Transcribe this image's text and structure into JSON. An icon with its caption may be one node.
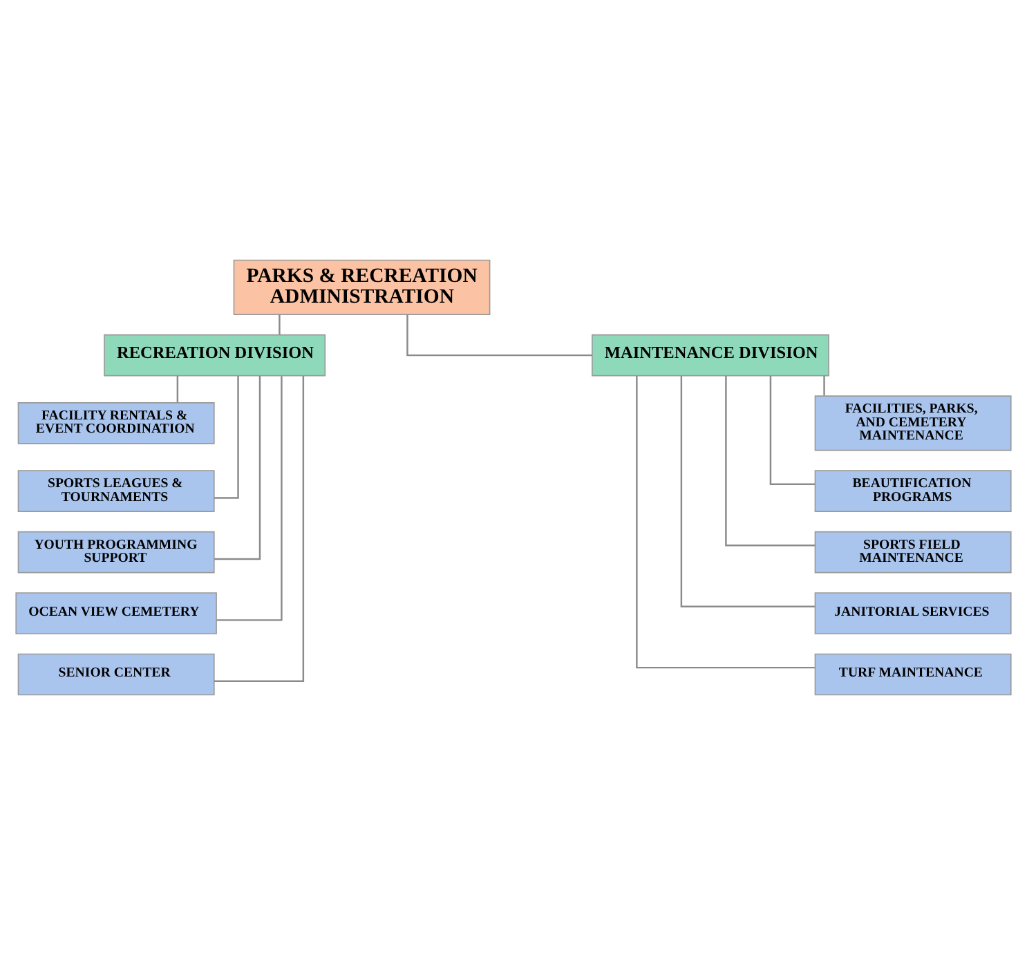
{
  "diagram": {
    "nodes": [
      {
        "text": [
          "PARKS & RECREATION ADMINISTRATION"
        ]
      },
      {
        "text": [
          "RECREATION DIVISION"
        ]
      },
      {
        "text": [
          "MAINTENANCE DIVISION"
        ]
      },
      {
        "text": [
          "FACILITY RENTALS & EVENT COORDINATION"
        ]
      },
      {
        "text": [
          "SPORTS LEAGUES & TOURNAMENTS"
        ]
      },
      {
        "text": [
          "YOUTH PROGRAMMING SUPPORT"
        ]
      },
      {
        "text": [
          "OCEAN VIEW CEMETERY"
        ]
      },
      {
        "text": [
          "SENIOR CENTER"
        ]
      },
      {
        "text": [
          "FACILITIES, PARKS, AND CEMETERY MAINTENANCE"
        ]
      },
      {
        "text": [
          "BEAUTIFICATION PROGRAMS"
        ]
      },
      {
        "text": [
          "SPORTS FIELD MAINTENANCE"
        ]
      },
      {
        "text": [
          "JANITORIAL SERVICES"
        ]
      },
      {
        "text": [
          "TURF MAINTENANCE"
        ]
      }
    ],
    "edges": [
      {
        "from": 0,
        "to": 1,
        "arrow": "none"
      },
      {
        "from": 0,
        "to": 2,
        "arrow": "none"
      },
      {
        "from": 1,
        "to": 3,
        "arrow": "none"
      },
      {
        "from": 1,
        "to": 4,
        "arrow": "none"
      },
      {
        "from": 1,
        "to": 5,
        "arrow": "none"
      },
      {
        "from": 1,
        "to": 6,
        "arrow": "none"
      },
      {
        "from": 1,
        "to": 7,
        "arrow": "none"
      },
      {
        "from": 2,
        "to": 8,
        "arrow": "none"
      },
      {
        "from": 2,
        "to": 9,
        "arrow": "none"
      },
      {
        "from": 2,
        "to": 10,
        "arrow": "none"
      },
      {
        "from": 2,
        "to": 11,
        "arrow": "none"
      },
      {
        "from": 2,
        "to": 12,
        "arrow": "none"
      }
    ]
  }
}
